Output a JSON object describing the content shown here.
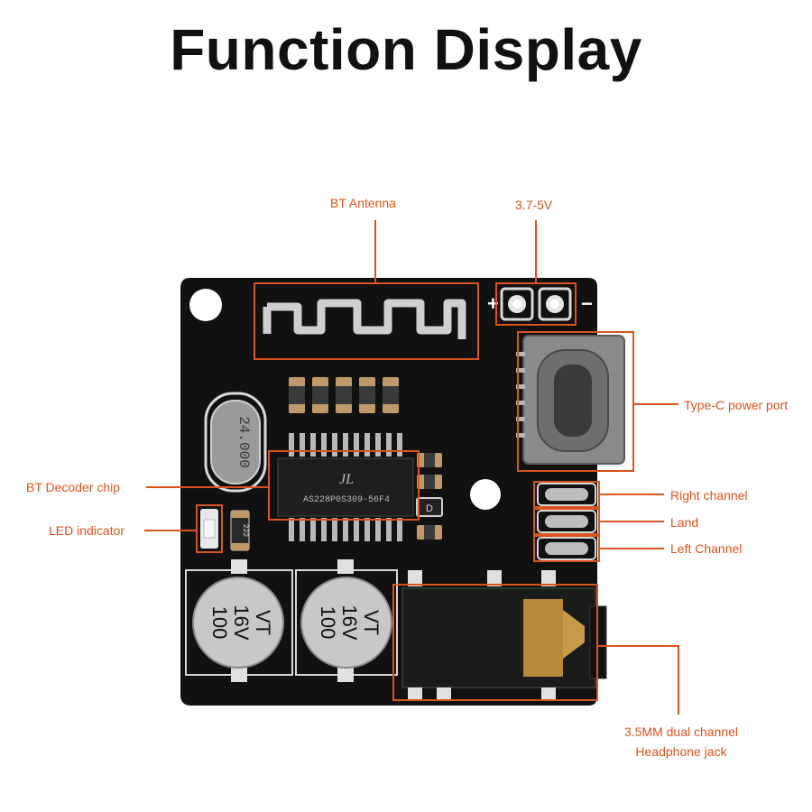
{
  "title": "Function Display",
  "labels": {
    "bt_antenna": "BT Antenna",
    "power": "3.7-5V",
    "plus": "+",
    "minus": "−",
    "type_c": "Type-C power port",
    "bt_decoder": "BT Decoder chip",
    "led": "LED indicator",
    "right_channel": "Right channel",
    "land": "Land",
    "left_channel": "Left Channel",
    "jack_line1": "3.5MM dual channel",
    "jack_line2": "Headphone jack"
  },
  "markings": {
    "crystal": "24.000",
    "chip_logo": "JL",
    "chip_code": "AS228P0S309-56F4",
    "cap_value": "100",
    "cap_voltage": "16V",
    "cap_series": "VT",
    "resistor": "222",
    "smd_d": "D"
  },
  "colors": {
    "callout": "#d9541e",
    "board": "#111111",
    "silk": "#d8d8d8",
    "gold": "#b8893a"
  }
}
